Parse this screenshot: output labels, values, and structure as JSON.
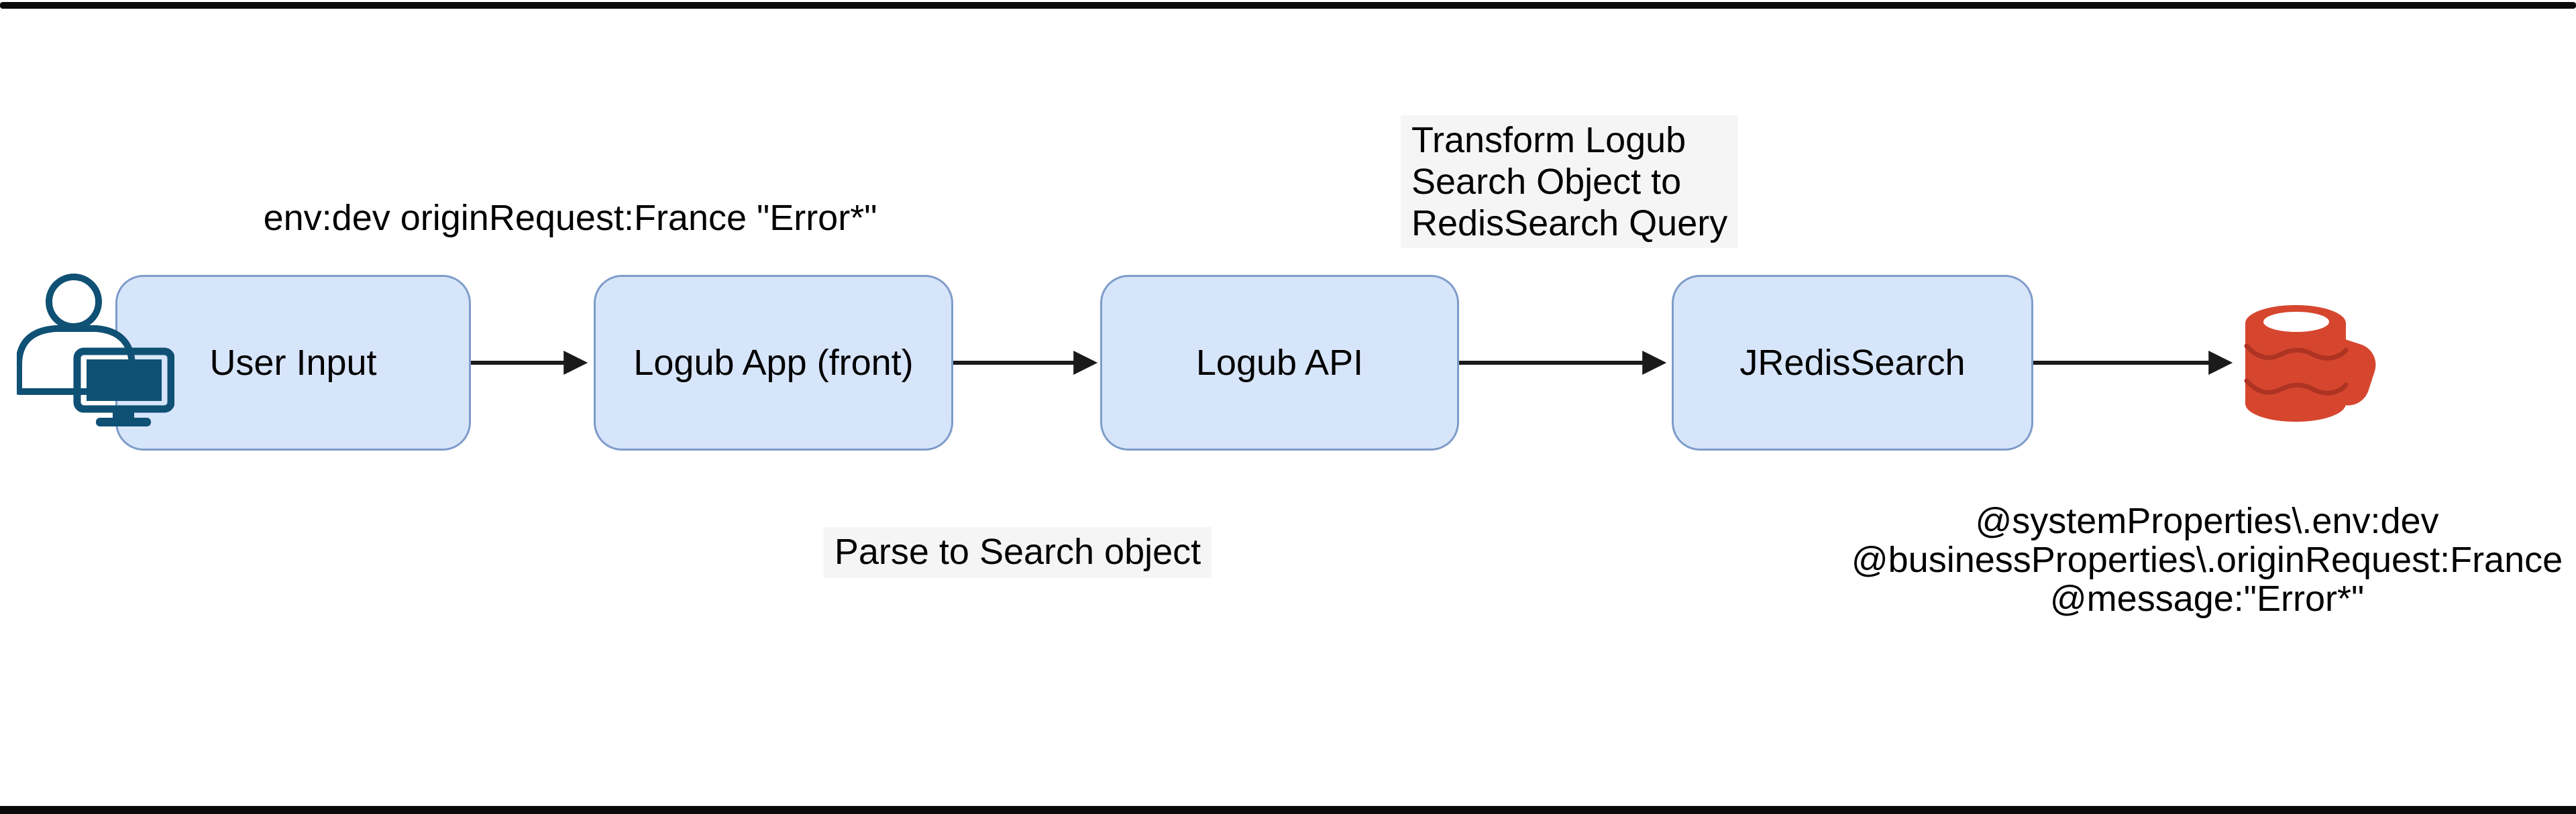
{
  "diagram": {
    "title": "Logub search flow diagram",
    "nodes": [
      {
        "id": "user-input",
        "label": "User Input"
      },
      {
        "id": "logub-app",
        "label": "Logub App (front)"
      },
      {
        "id": "logub-api",
        "label": "Logub API"
      },
      {
        "id": "jredissearch",
        "label": "JRedisSearch"
      }
    ],
    "edge_labels": {
      "query": "env:dev originRequest:France \"Error*\"",
      "parse": "Parse to Search object",
      "transform": [
        "Transform Logub",
        "Search Object to",
        "RedisSearch Query"
      ],
      "redis_query": [
        "@systemProperties\\.env:dev",
        "@businessProperties\\.originRequest:France",
        "@message:\"Error*\""
      ]
    },
    "icons": {
      "user": "user-with-monitor-icon",
      "redis": "redis-database-icon"
    },
    "colors": {
      "node_fill": "#d7e5fa",
      "node_border": "#7e9cc9",
      "text": "#000000",
      "arrow": "#1a1a1a",
      "label_bg": "#f5f5f5",
      "icon_teal": "#0f5174",
      "redis_red": "#d6462f",
      "redis_dark": "#ae3322",
      "redis_hole": "#ffffff"
    }
  }
}
